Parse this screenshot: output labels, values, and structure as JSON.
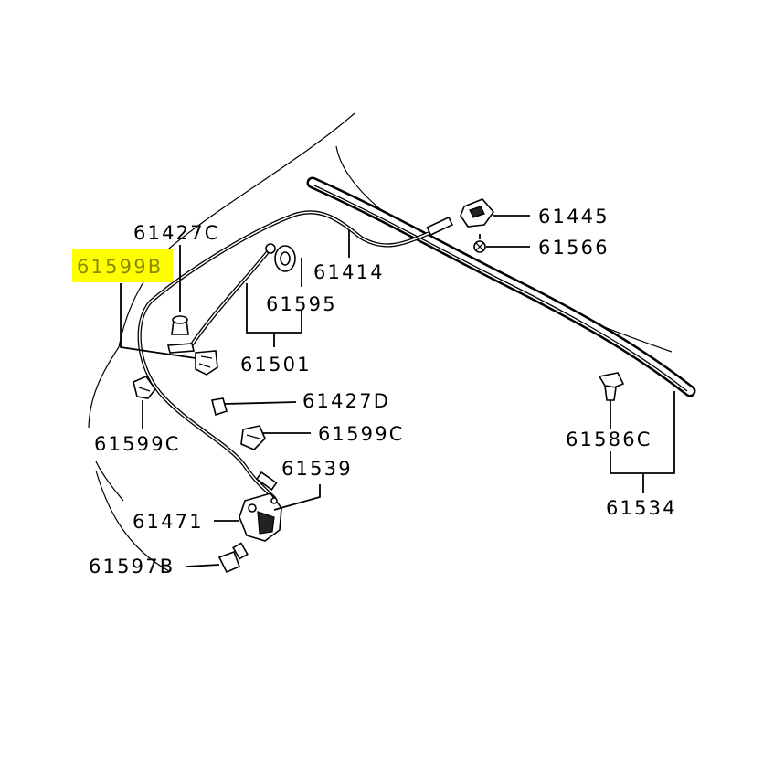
{
  "diagram": {
    "highlight_color": "#ffff00",
    "labels": {
      "p61427C_top": "61427C",
      "p61599B": "61599B",
      "p61414": "61414",
      "p61595": "61595",
      "p61501": "61501",
      "p61445": "61445",
      "p61566": "61566",
      "p61427D": "61427D",
      "p61599C_right": "61599C",
      "p61599C_left": "61599C",
      "p61539": "61539",
      "p61471": "61471",
      "p61597B": "61597B",
      "p61586C": "61586C",
      "p61534": "61534"
    }
  }
}
